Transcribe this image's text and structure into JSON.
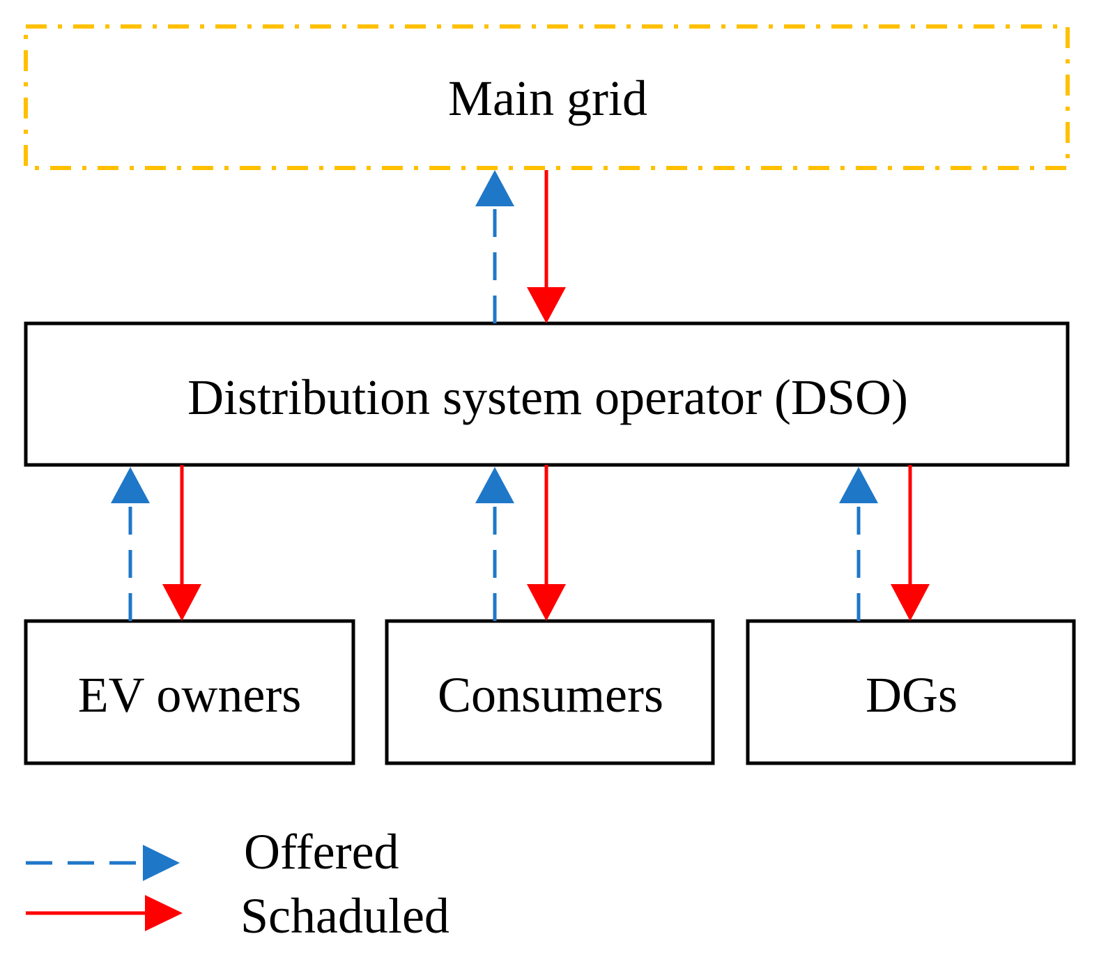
{
  "nodes": {
    "main_grid": {
      "label": "Main grid"
    },
    "dso": {
      "label": "Distribution system operator (DSO)"
    },
    "ev_owners": {
      "label": "EV owners"
    },
    "consumers": {
      "label": "Consumers"
    },
    "dgs": {
      "label": "DGs"
    }
  },
  "legend": {
    "offered": {
      "label": "Offered"
    },
    "scheduled": {
      "label": "Schaduled"
    }
  },
  "edges": [
    {
      "from": "dso",
      "to": "main_grid",
      "kind": "offered"
    },
    {
      "from": "main_grid",
      "to": "dso",
      "kind": "scheduled"
    },
    {
      "from": "ev_owners",
      "to": "dso",
      "kind": "offered"
    },
    {
      "from": "dso",
      "to": "ev_owners",
      "kind": "scheduled"
    },
    {
      "from": "consumers",
      "to": "dso",
      "kind": "offered"
    },
    {
      "from": "dso",
      "to": "consumers",
      "kind": "scheduled"
    },
    {
      "from": "dgs",
      "to": "dso",
      "kind": "offered"
    },
    {
      "from": "dso",
      "to": "dgs",
      "kind": "scheduled"
    }
  ],
  "colors": {
    "offered": "#1F77C8",
    "scheduled": "#FF0000",
    "main_grid_border": "#FFC000",
    "box_border": "#000000"
  }
}
